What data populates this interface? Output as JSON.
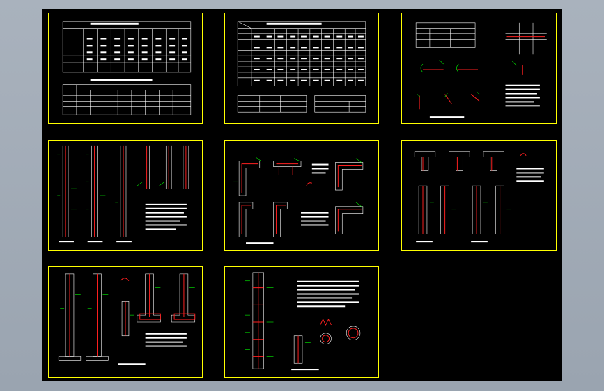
{
  "viewer": {
    "background": "#a9b2bd",
    "canvas_color": "#000000",
    "frame_color": "#ffff00"
  },
  "sheets": [
    {
      "id": "s1"
    },
    {
      "id": "s2"
    },
    {
      "id": "s3"
    },
    {
      "id": "s4"
    },
    {
      "id": "s5"
    },
    {
      "id": "s6"
    },
    {
      "id": "s7"
    },
    {
      "id": "s8"
    }
  ]
}
